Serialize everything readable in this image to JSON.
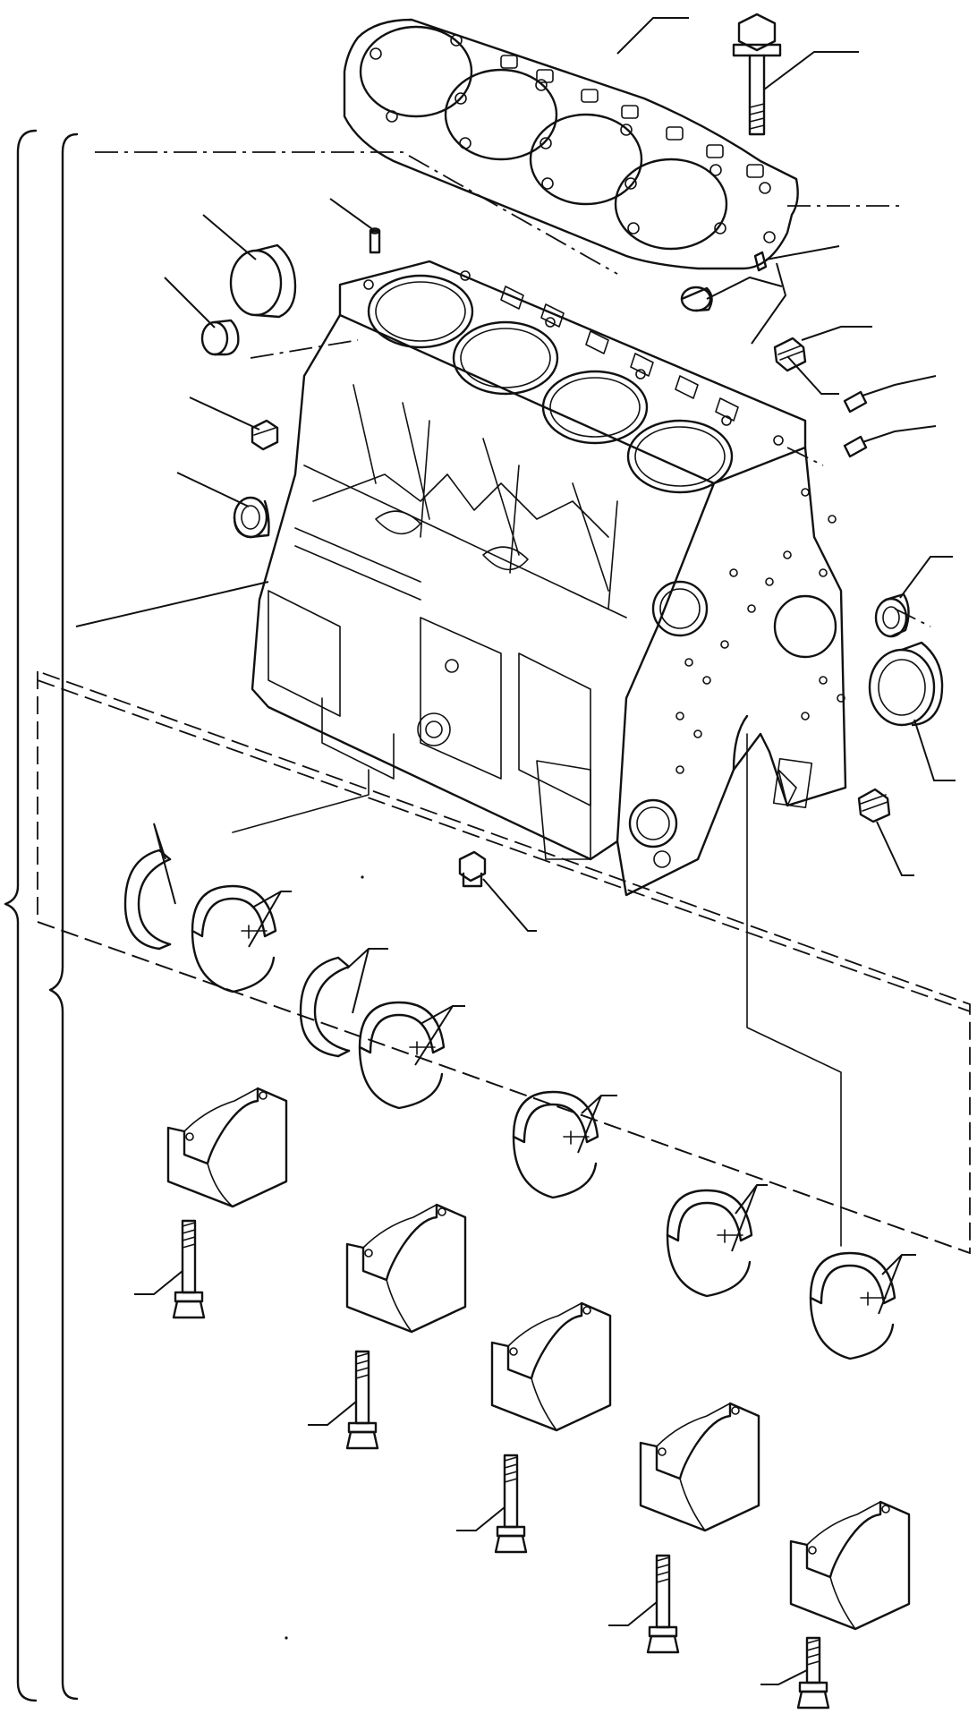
{
  "figure": {
    "kind": "exploded-parts-diagram",
    "colors": {
      "ink": "#111111",
      "background": "#ffffff"
    },
    "components": [
      "cylinder-head-gasket",
      "head-bolt",
      "cylinder-block",
      "dowel-pin",
      "expansion-plug",
      "small-plug",
      "plug",
      "oil-seal",
      "rear-bearing-housing",
      "thrust-washer",
      "main-bearing-shell",
      "main-bearing-cap",
      "main-cap-bolt"
    ]
  }
}
